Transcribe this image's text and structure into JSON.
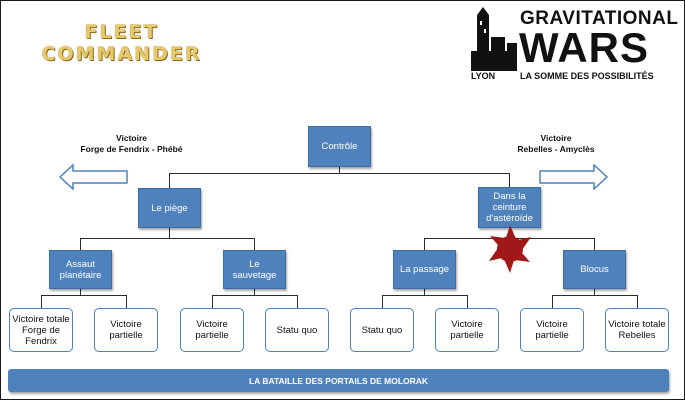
{
  "logos": {
    "left_line1": "FLEET",
    "left_line2": "COMMANDER",
    "right_title": "GRAVITATIONAL",
    "right_wars": "WARS",
    "right_city": "LYON",
    "right_tagline": "LA SOMME DES POSSIBILITÉS"
  },
  "victories": {
    "left_line1": "Victoire",
    "left_line2": "Forge de Fendrix - Phébé",
    "right_line1": "Victoire",
    "right_line2": "Rebelles - Amyclès"
  },
  "nodes": {
    "root": "Contrôle",
    "trap": "Le piège",
    "belt": "Dans la ceinture d'astéroïde",
    "assault": "Assaut planétaire",
    "rescue": "Le sauvetage",
    "passage": "La passage",
    "blockade": "Blocus"
  },
  "leaves": {
    "assault_1": "Victoire totale Forge de Fendrix",
    "assault_2": "Victoire partielle",
    "rescue_1": "Victoire partielle",
    "rescue_2": "Statu quo",
    "passage_1": "Statu quo",
    "passage_2": "Victoire partielle",
    "blockade_1": "Victoire partielle",
    "blockade_2": "Victoire totale Rebelles"
  },
  "footer": "LA BATAILLE DES PORTAILS DE MOLORAK",
  "colors": {
    "node_fill": "#4f81bd",
    "marker_red": "#a01818",
    "logo_gold": "#e8c96a"
  }
}
